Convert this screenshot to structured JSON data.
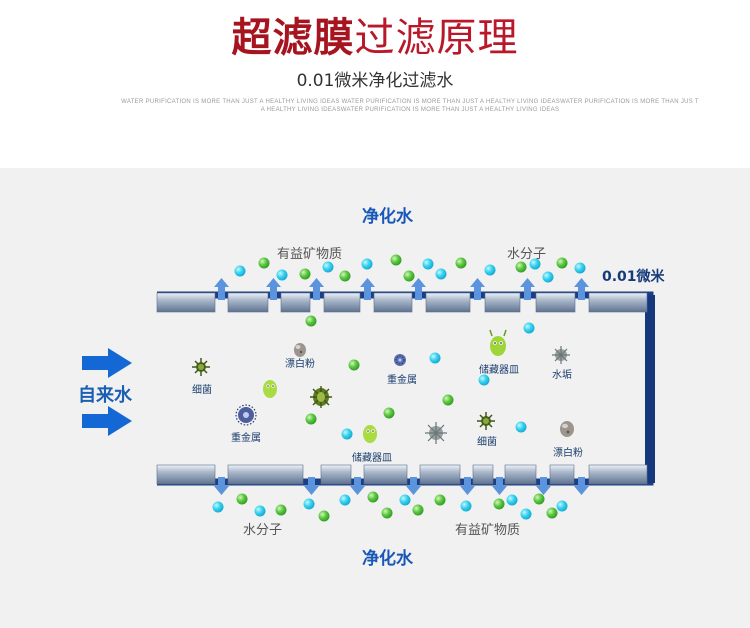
{
  "header": {
    "title_strong": "超滤膜",
    "title_light": "过滤原理",
    "subtitle": "0.01微米净化过滤水",
    "tagline": "WATER PURIFICATION IS MORE THAN JUST A HEALTHY LIVING IDEAS WATER PURIFICATION IS MORE THAN JUST A HEALTHY LIVING IDEASWATER PURIFICATION IS MORE THAN JUS T A HEALTHY LIVING IDEASWATER PURIFICATION IS MORE THAN JUST A HEALTHY LIVING IDEAS"
  },
  "diagram": {
    "top_output": "净化水",
    "bottom_output": "净化水",
    "pore_size": "0.01微米",
    "inlet": "自来水",
    "top_minerals": "有益矿物质",
    "top_water": "水分子",
    "bottom_water": "水分子",
    "bottom_minerals": "有益矿物质",
    "contaminants": {
      "bacteria_1": "细菌",
      "bleach_1": "漂白粉",
      "heavy_metal_1": "重金属",
      "vessel_1": "储藏器皿",
      "scale": "水垢",
      "heavy_metal_2": "重金属",
      "vessel_2": "储藏器皿",
      "bacteria_2": "细菌",
      "bleach_2": "漂白粉"
    },
    "colors": {
      "membrane": "#6e84a3",
      "frame": "#1b3f86",
      "arrow": "#5b93dd",
      "water_molecule": "#35d3ef",
      "mineral": "#57c53f",
      "inlet_arrow": "#1468d6"
    }
  }
}
